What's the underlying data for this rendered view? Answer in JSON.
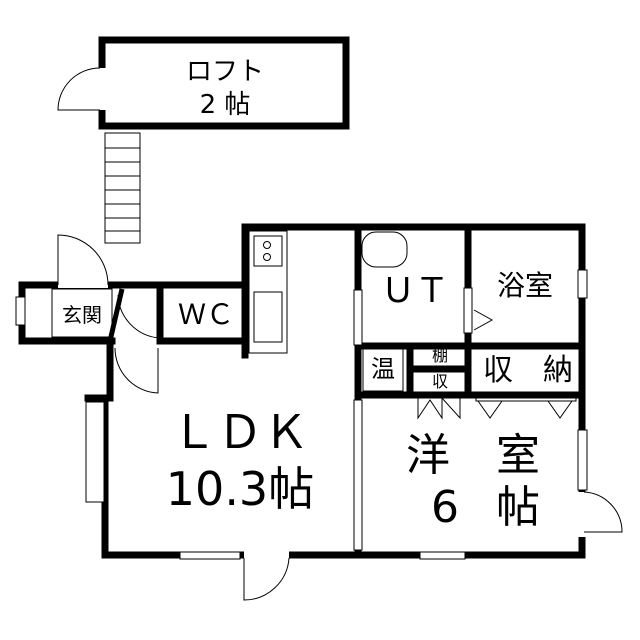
{
  "rooms": {
    "loft": {
      "name": "ロフト",
      "size": "2 帖"
    },
    "ldk": {
      "name": "ＬＤＫ",
      "size": "10.3帖"
    },
    "western": {
      "name_1": "洋",
      "name_2": "室",
      "size_1": "6",
      "size_2": "帖"
    },
    "ut": "ＵＴ",
    "bath": "浴室",
    "water_heater": "温",
    "shelf": "棚",
    "shelf_storage": "収",
    "storage": "収　納",
    "entrance": "玄関",
    "wc": "ＷＣ"
  }
}
